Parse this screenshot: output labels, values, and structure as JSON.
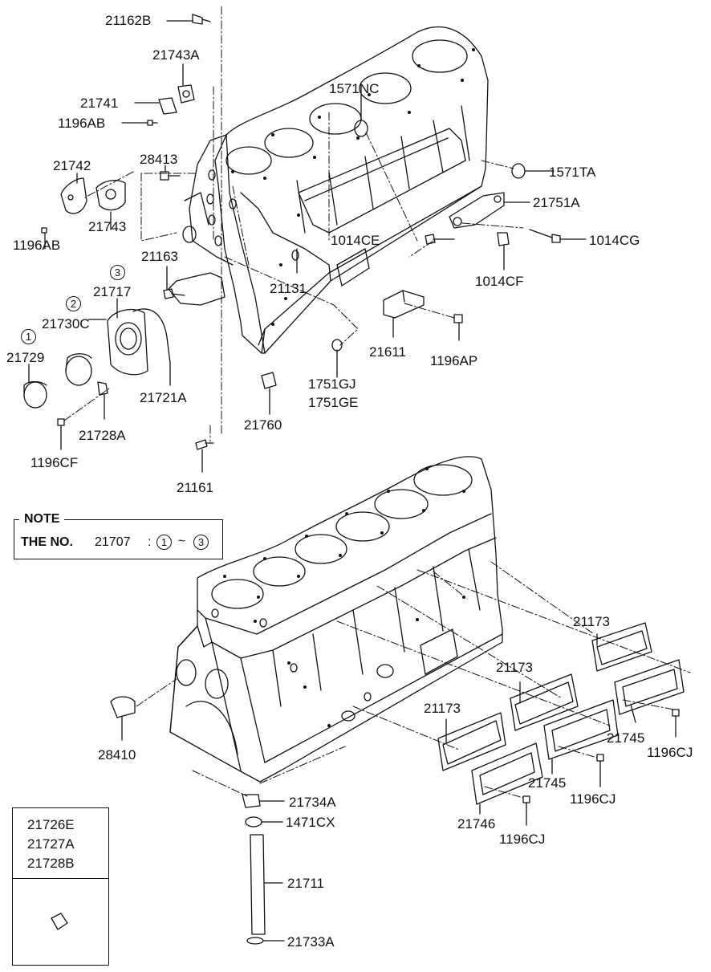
{
  "labels": {
    "p21162B": "21162B",
    "p21743A": "21743A",
    "p21741": "21741",
    "p1196AB_a": "1196AB",
    "p1571NC": "1571NC",
    "p21742": "21742",
    "p28413": "28413",
    "p1571TA": "1571TA",
    "p21751A": "21751A",
    "p21743": "21743",
    "p1196AB_b": "1196AB",
    "p1014CE": "1014CE",
    "p1014CG": "1014CG",
    "p21163": "21163",
    "p21717": "21717",
    "p21131": "21131",
    "p1014CF": "1014CF",
    "p21730C": "21730C",
    "p21729": "21729",
    "p21611": "21611",
    "p1196AP": "1196AP",
    "p1751GJ": "1751GJ",
    "p1751GE": "1751GE",
    "p21721A": "21721A",
    "p21760": "21760",
    "p21728A": "21728A",
    "p1196CF": "1196CF",
    "p21161": "21161",
    "p21173_a": "21173",
    "p21173_b": "21173",
    "p21173_c": "21173",
    "p21745_a": "21745",
    "p1196CJ_a": "1196CJ",
    "p28410": "28410",
    "p21745_b": "21745",
    "p1196CJ_b": "1196CJ",
    "p21734A": "21734A",
    "p1471CX": "1471CX",
    "p21746": "21746",
    "p1196CJ_c": "1196CJ",
    "p21711": "21711",
    "p21733A": "21733A"
  },
  "circled": {
    "c3": "3",
    "c2": "2",
    "c1": "1"
  },
  "note": {
    "title": "NOTE",
    "prefix": "THE NO.",
    "number": "21707",
    "colon": ":",
    "from": "1",
    "tilde": "~",
    "to": "3"
  },
  "kit": {
    "line1": "21726E",
    "line2": "21727A",
    "line3": "21728B"
  }
}
